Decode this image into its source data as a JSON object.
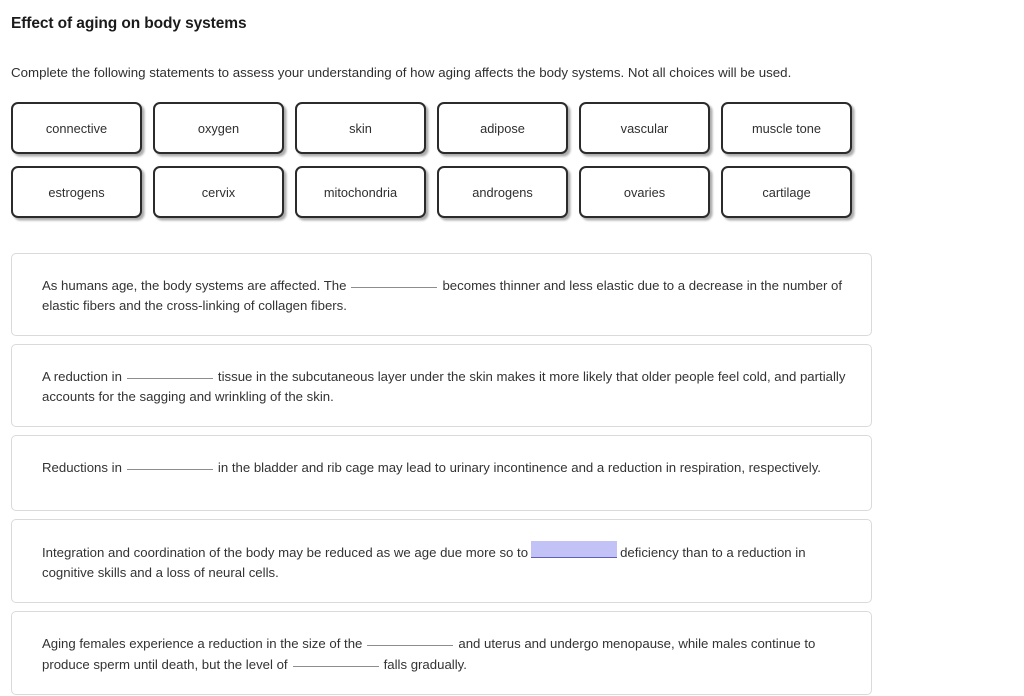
{
  "page": {
    "title": "Effect of aging on body systems",
    "instructions": "Complete the following statements to assess your understanding of how aging affects the body systems. Not all choices will be used."
  },
  "word_bank": {
    "tiles": [
      {
        "label": "connective"
      },
      {
        "label": "oxygen"
      },
      {
        "label": "skin"
      },
      {
        "label": "adipose"
      },
      {
        "label": "vascular"
      },
      {
        "label": "muscle tone"
      },
      {
        "label": "estrogens"
      },
      {
        "label": "cervix"
      },
      {
        "label": "mitochondria"
      },
      {
        "label": "androgens"
      },
      {
        "label": "ovaries"
      },
      {
        "label": "cartilage"
      }
    ]
  },
  "statements": [
    {
      "id": "statement-1",
      "segments": [
        {
          "type": "text",
          "value": "As humans age, the body systems are affected. The"
        },
        {
          "type": "blank",
          "selected": false
        },
        {
          "type": "text",
          "value": "becomes thinner and less elastic due to a decrease in the number of elastic fibers and the cross-linking of collagen fibers."
        }
      ]
    },
    {
      "id": "statement-2",
      "segments": [
        {
          "type": "text",
          "value": "A reduction in"
        },
        {
          "type": "blank",
          "selected": false
        },
        {
          "type": "text",
          "value": "tissue in the subcutaneous layer under the skin makes it more likely that older people feel cold, and partially accounts for the sagging and wrinkling of the skin."
        }
      ]
    },
    {
      "id": "statement-3",
      "segments": [
        {
          "type": "text",
          "value": "Reductions in"
        },
        {
          "type": "blank",
          "selected": false
        },
        {
          "type": "text",
          "value": "in the bladder and rib cage may lead to urinary incontinence and a reduction in respiration, respectively."
        }
      ]
    },
    {
      "id": "statement-4",
      "segments": [
        {
          "type": "text",
          "value": "Integration and coordination of the body may be reduced as we age due more so to"
        },
        {
          "type": "blank",
          "selected": true
        },
        {
          "type": "text",
          "value": "deficiency than to a reduction in cognitive skills and a loss of neural cells."
        }
      ]
    },
    {
      "id": "statement-5",
      "segments": [
        {
          "type": "text",
          "value": "Aging females experience a reduction in the size of the"
        },
        {
          "type": "blank",
          "selected": false
        },
        {
          "type": "text",
          "value": "and uterus and undergo menopause, while males continue to produce sperm until death, but the level of"
        },
        {
          "type": "blank",
          "selected": false
        },
        {
          "type": "text",
          "value": "falls gradually."
        }
      ]
    }
  ],
  "colors": {
    "selection_highlight": "#c2c2f7",
    "tile_border": "#2b2b2b",
    "card_border": "#dadada",
    "text": "#333333",
    "title": "#1b1b1b"
  }
}
